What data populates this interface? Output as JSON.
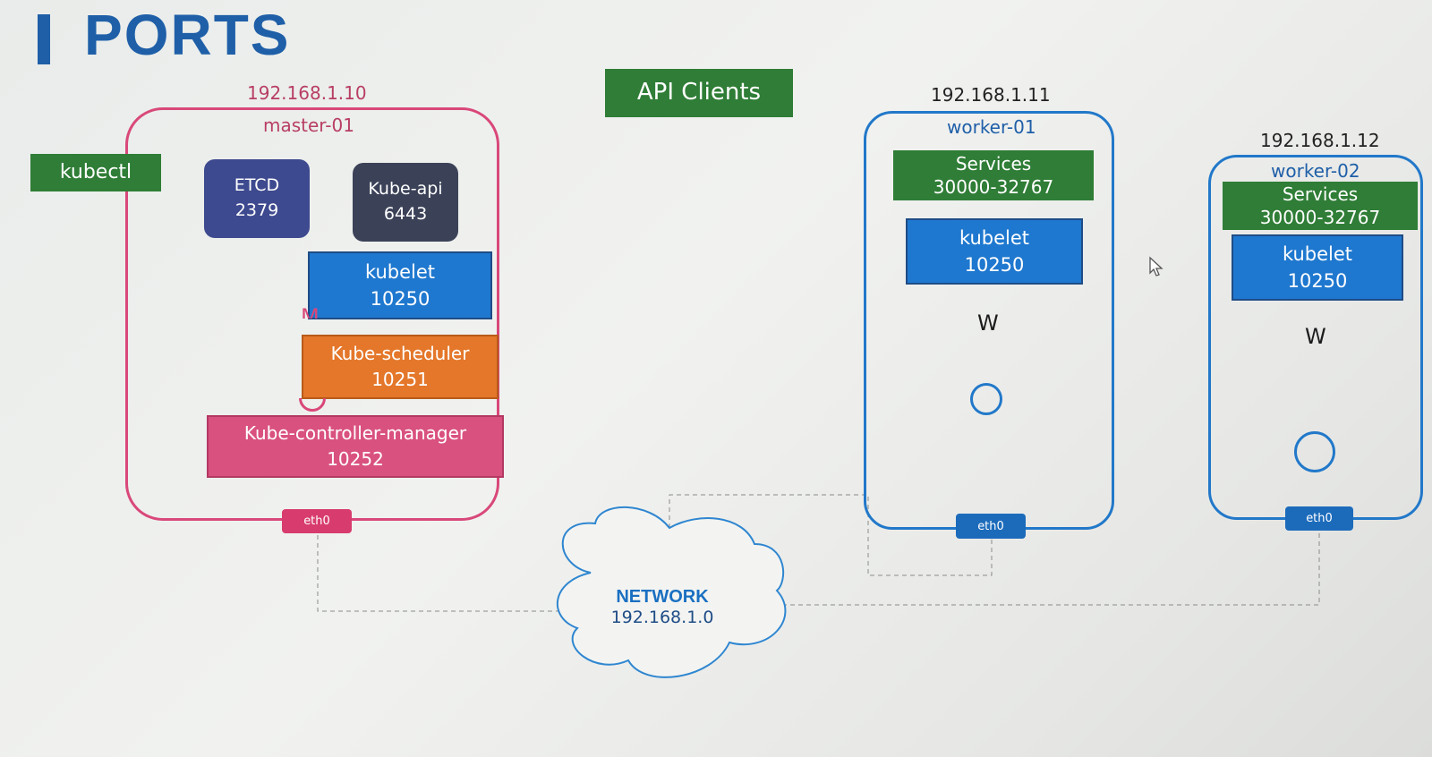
{
  "slide": {
    "title": "PORTS"
  },
  "api_clients": {
    "label": "API Clients"
  },
  "kubectl": {
    "label": "kubectl"
  },
  "master": {
    "ip": "192.168.1.10",
    "name": "master-01",
    "etcd": {
      "name": "ETCD",
      "port": "2379"
    },
    "kube_api": {
      "name": "Kube-api",
      "port": "6443"
    },
    "kubelet": {
      "name": "kubelet",
      "port": "10250"
    },
    "m_label": "M",
    "scheduler": {
      "name": "Kube-scheduler",
      "port": "10251"
    },
    "controller": {
      "name": "Kube-controller-manager",
      "port": "10252"
    },
    "eth": "eth0"
  },
  "worker1": {
    "ip": "192.168.1.11",
    "name": "worker-01",
    "services": {
      "name": "Services",
      "ports": "30000-32767"
    },
    "kubelet": {
      "name": "kubelet",
      "port": "10250"
    },
    "w_label": "W",
    "eth": "eth0"
  },
  "worker2": {
    "ip": "192.168.1.12",
    "name": "worker-02",
    "services": {
      "name": "Services",
      "ports": "30000-32767"
    },
    "kubelet": {
      "name": "kubelet",
      "port": "10250"
    },
    "w_label": "W",
    "eth": "eth0"
  },
  "network": {
    "label": "NETWORK",
    "subnet": "192.168.1.0"
  },
  "colors": {
    "master_border": "#d9487a",
    "worker_border": "#2278c9",
    "etcd": "#3e4a8f",
    "kube_api": "#3b4258",
    "kubelet": "#1f78cf",
    "scheduler": "#e4772a",
    "controller": "#d9517f",
    "green": "#2f7d36",
    "eth_master": "#d83c6e",
    "eth_worker": "#1c6bbb"
  }
}
